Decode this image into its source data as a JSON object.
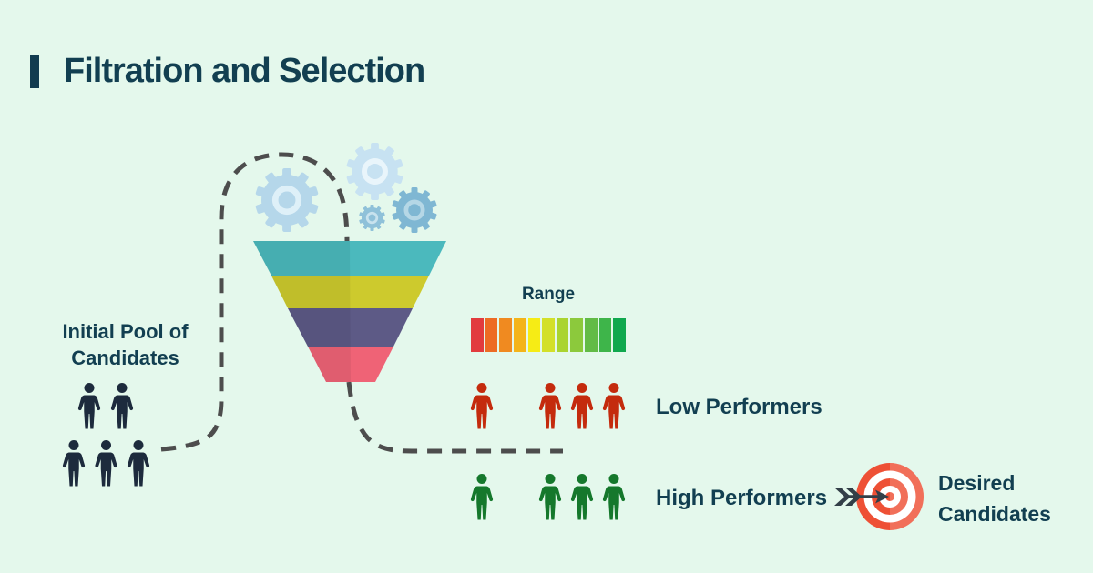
{
  "canvas": {
    "background": "#e4f8ec",
    "text_color": "#123f51"
  },
  "header": {
    "title": "Filtration and Selection",
    "accent_color": "#123c50"
  },
  "funnel": {
    "layer_colors": [
      "#4bb9bd",
      "#cdca2d",
      "#5d5a86",
      "#ef6376"
    ]
  },
  "gears": [
    {
      "color": "#b5d7ea",
      "ring": "#def0f8"
    },
    {
      "color": "#c7e2f2",
      "ring": "#e9f5fb"
    },
    {
      "color": "#8fc1d9",
      "ring": "#c8e2ee"
    },
    {
      "color": "#7fb7d3",
      "ring": "#b5d7e6"
    }
  ],
  "flow": {
    "dash_color": "#4d4d4d"
  },
  "initial_pool": {
    "label": "Initial Pool of Candidates",
    "color": "#1d2b3d",
    "rows": [
      2,
      3
    ]
  },
  "range": {
    "label": "Range",
    "segment_colors": [
      "#e23b3e",
      "#ed6b24",
      "#f08a20",
      "#f4b41a",
      "#f6ec15",
      "#d3e029",
      "#aad430",
      "#8cc93c",
      "#62bb46",
      "#3eb54a",
      "#10a84e"
    ]
  },
  "low_performers": {
    "label": "Low Performers",
    "color": "#c42b0d",
    "groups": [
      1,
      3
    ]
  },
  "high_performers": {
    "label": "High Performers",
    "color": "#15782c",
    "groups": [
      1,
      3
    ]
  },
  "desired": {
    "label": "Desired Candidates",
    "target_color": "#ee5035",
    "ring_color": "#ffffff",
    "arrow_color": "#333f48"
  }
}
